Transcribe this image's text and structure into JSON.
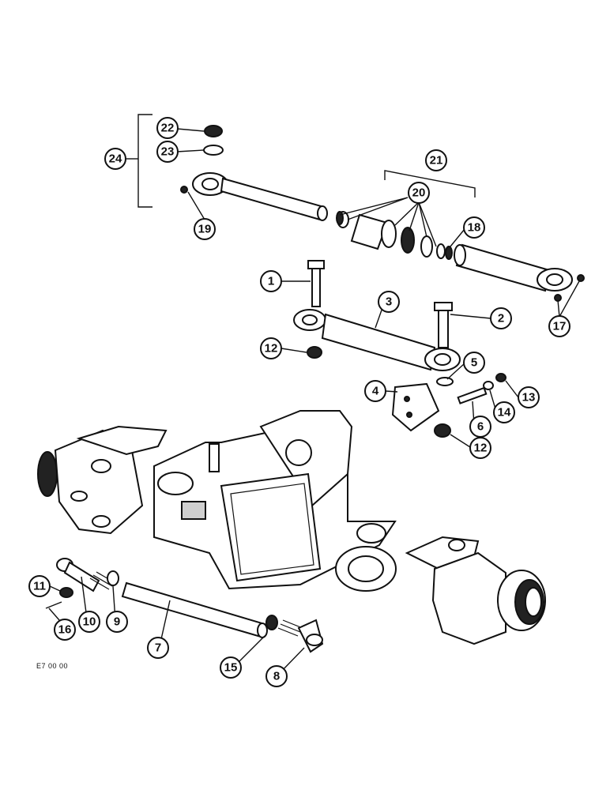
{
  "diagram": {
    "reference_code": "E7 00 00",
    "callouts": [
      "1",
      "2",
      "3",
      "4",
      "5",
      "6",
      "7",
      "8",
      "9",
      "10",
      "11",
      "12",
      "13",
      "14",
      "15",
      "16",
      "17",
      "18",
      "19",
      "20",
      "21",
      "22",
      "23",
      "24"
    ],
    "callout_12_second": "12",
    "callout_20_label": "20"
  }
}
